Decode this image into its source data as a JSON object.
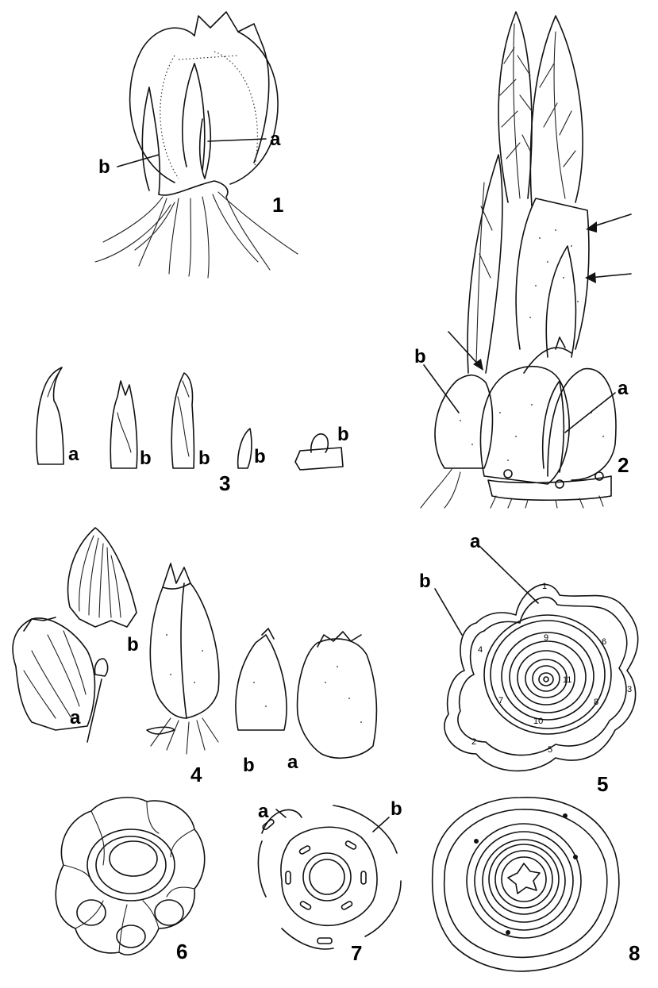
{
  "figures": [
    {
      "number": "1",
      "labels": [
        "a",
        "b"
      ]
    },
    {
      "number": "2",
      "labels": [
        "a",
        "b"
      ]
    },
    {
      "number": "3",
      "labels": [
        "a",
        "b",
        "b",
        "b",
        "b"
      ]
    },
    {
      "number": "4",
      "labels": [
        "a",
        "b",
        "b",
        "a"
      ]
    },
    {
      "number": "5",
      "labels": [
        "a",
        "b"
      ],
      "numbered_parts": [
        "1",
        "2",
        "3",
        "4",
        "5",
        "6",
        "7",
        "8",
        "9",
        "10",
        "11"
      ]
    },
    {
      "number": "6",
      "labels": []
    },
    {
      "number": "7",
      "labels": [
        "a",
        "b"
      ]
    },
    {
      "number": "8",
      "labels": []
    }
  ],
  "colors": {
    "ink": "#111111",
    "background": "#ffffff"
  }
}
